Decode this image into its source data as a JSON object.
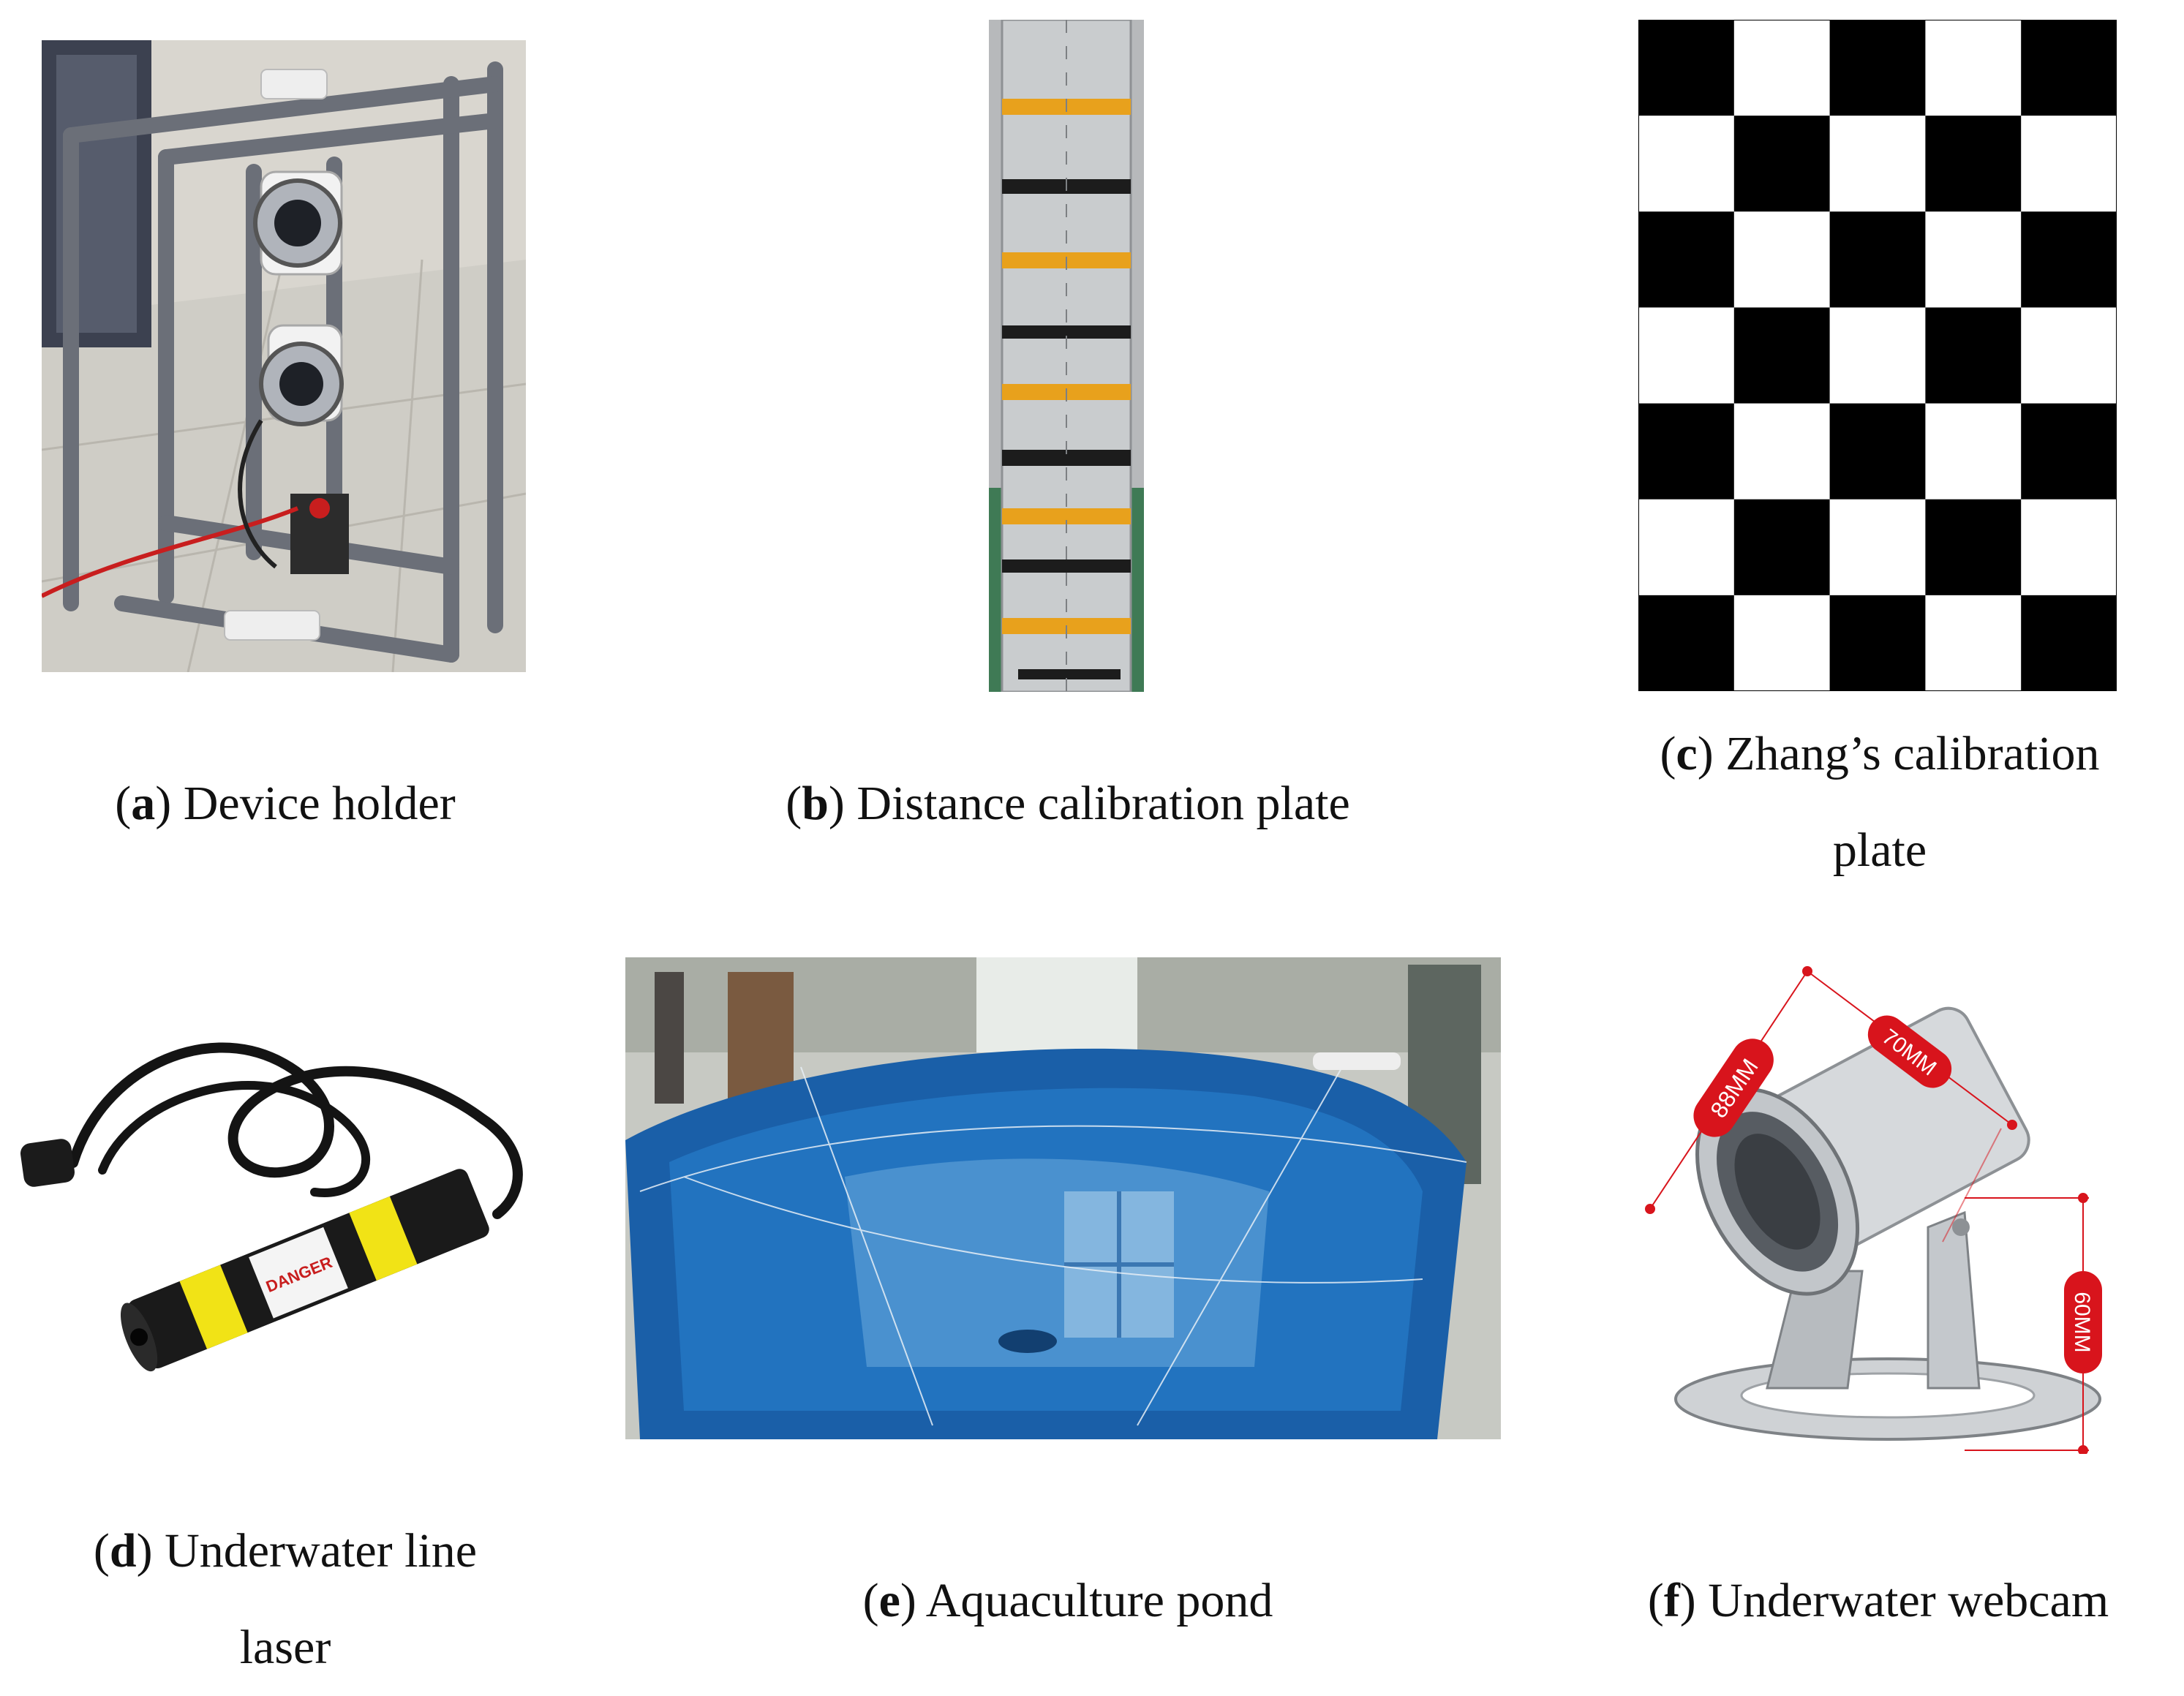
{
  "figure": {
    "panels": [
      {
        "letter": "a",
        "caption": "Device holder"
      },
      {
        "letter": "b",
        "caption": "Distance calibration plate"
      },
      {
        "letter": "c",
        "caption": "Zhang’s calibration plate"
      },
      {
        "letter": "d",
        "caption": "Underwater line laser"
      },
      {
        "letter": "e",
        "caption": "Aquaculture pond"
      },
      {
        "letter": "f",
        "caption": "Underwater webcam"
      }
    ],
    "webcam_dimensions": {
      "diameter": "88MM",
      "depth": "70MM",
      "height": "60MM"
    },
    "laser_label": "DANGER"
  },
  "colors": {
    "pipe_gray": "#6b6f78",
    "tape_orange": "#e8a11c",
    "checker_black": "#000000",
    "pond_blue": "#1d6fb8",
    "dimension_red": "#d8141c"
  },
  "checkerboard": {
    "cols": 5,
    "rows": 7
  }
}
